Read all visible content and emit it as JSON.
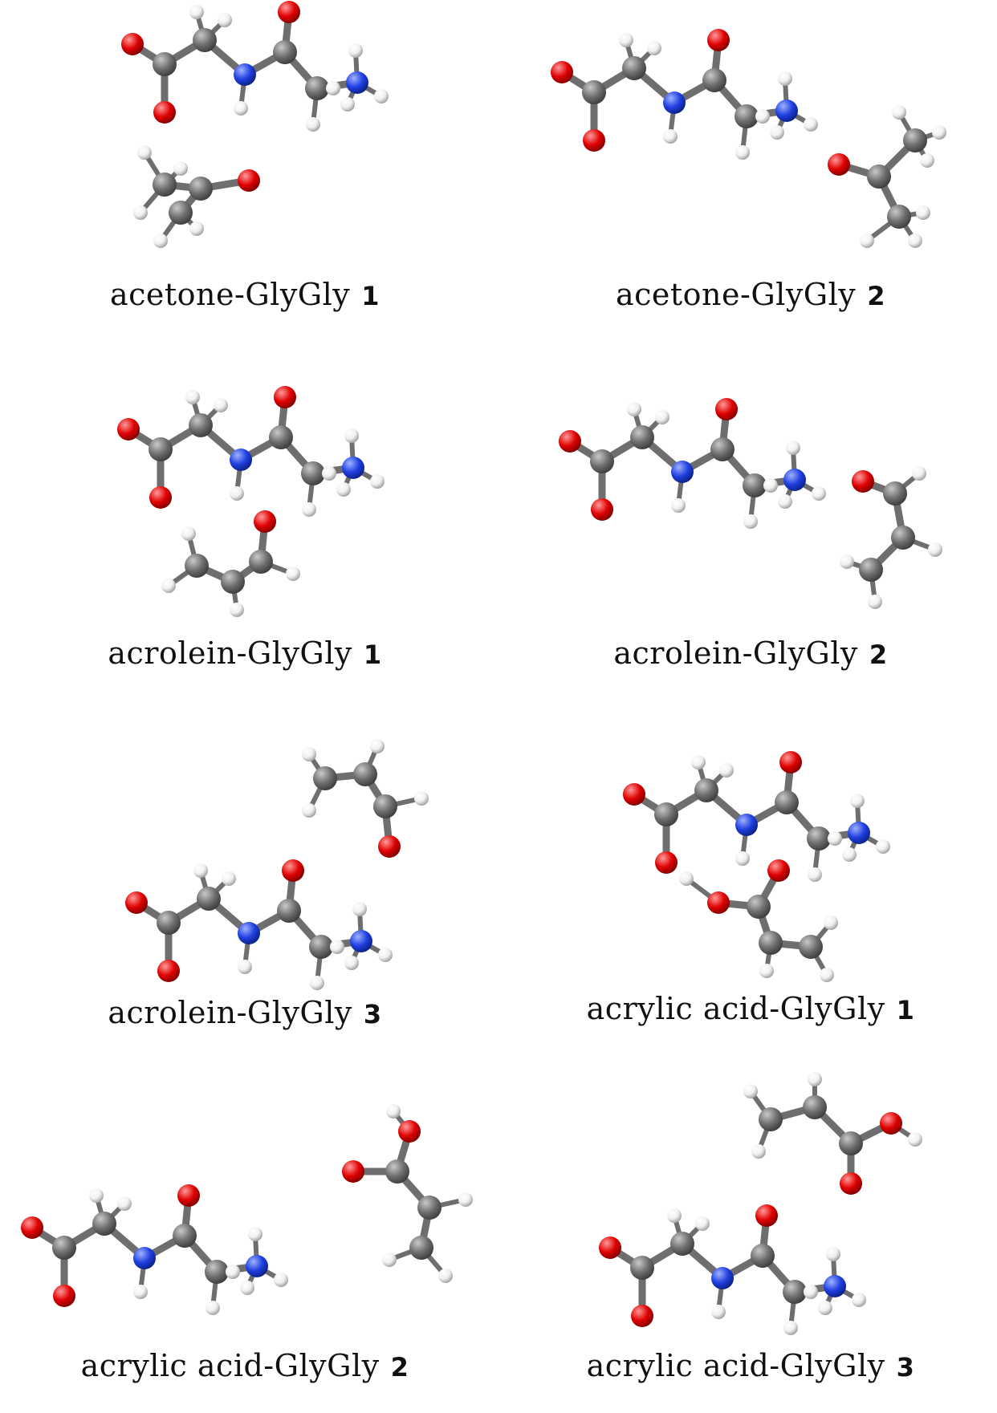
{
  "panels": [
    {
      "name": "acetone-GlyGly",
      "number": "1"
    },
    {
      "name": "acetone-GlyGly",
      "number": "2"
    },
    {
      "name": "acrolein-GlyGly",
      "number": "1"
    },
    {
      "name": "acrolein-GlyGly",
      "number": "2"
    },
    {
      "name": "acrolein-GlyGly",
      "number": "3"
    },
    {
      "name": "acrylic  acid-GlyGly",
      "number": "1"
    },
    {
      "name": "acrylic  acid-GlyGly",
      "number": "2"
    },
    {
      "name": "acrylic  acid-GlyGly",
      "number": "3"
    }
  ],
  "colors": {
    "C": "#6e6e6e",
    "O": "#e00000",
    "N": "#1f3fe0",
    "H": "#ffffff",
    "bond": "#6e6e6e"
  }
}
